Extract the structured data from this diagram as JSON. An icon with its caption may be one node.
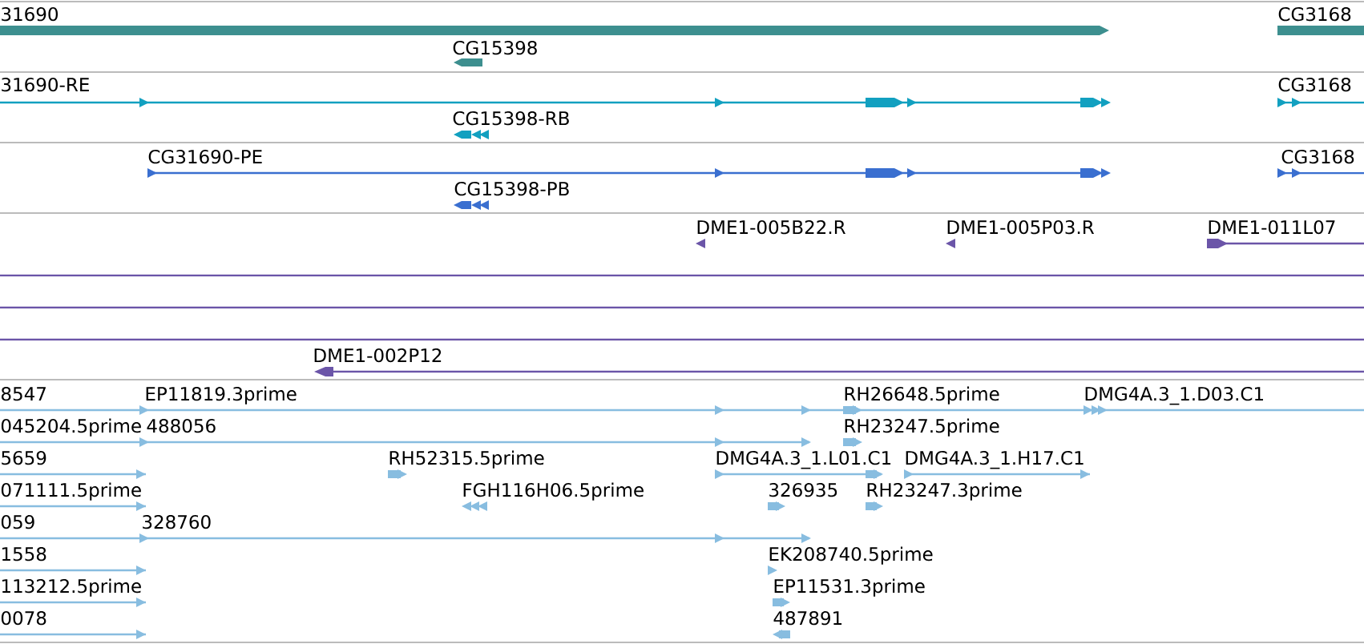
{
  "diagram": {
    "labels": [
      "31690",
      "CG3168",
      "CG15398",
      "31690-RE",
      "CG3168",
      "CG15398-RB",
      "CG31690-PE",
      "CG3168",
      "CG15398-PB",
      "DME1-005B22.R",
      "DME1-005P03.R",
      "DME1-011L07",
      "DME1-002P12",
      "8547",
      "EP11819.3prime",
      "RH26648.5prime",
      "DMG4A.3_1.D03.C1",
      "045204.5prime",
      "488056",
      "RH23247.5prime",
      "5659",
      "RH52315.5prime",
      "DMG4A.3_1.L01.C1",
      "DMG4A.3_1.H17.C1",
      "071111.5prime",
      "FGH116H06.5prime",
      "326935",
      "RH23247.3prime",
      "059",
      "328760",
      "1558",
      "EK208740.5prime",
      "113212.5prime",
      "EP11531.3prime",
      "0078",
      "487891"
    ]
  }
}
